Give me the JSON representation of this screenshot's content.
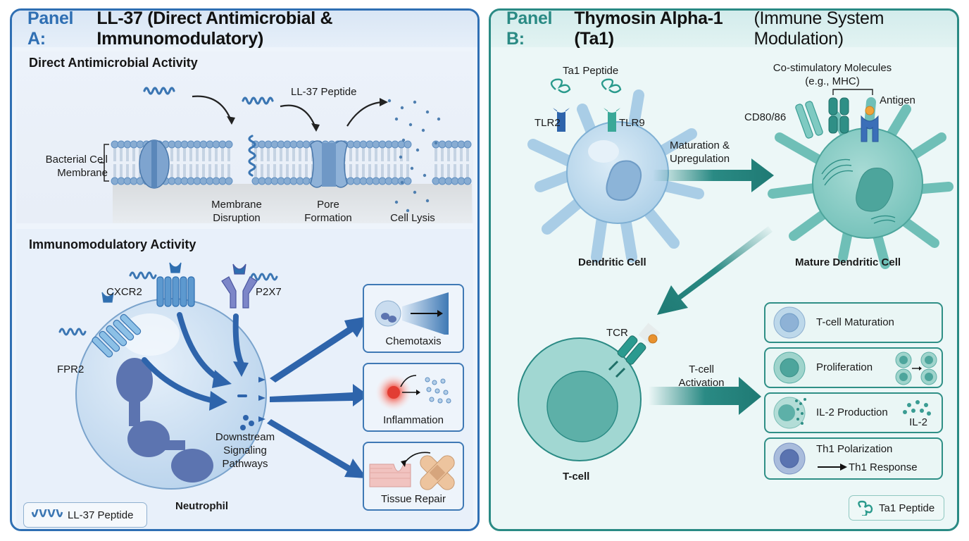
{
  "panel_a": {
    "header_prefix": "Panel A:",
    "header_title": "LL-37 (Direct Antimicrobial & Immunomodulatory)",
    "section_direct": {
      "title": "Direct Antimicrobial Activity",
      "membrane_label_line1": "Bacterial Cell",
      "membrane_label_line2": "Membrane",
      "peptide_label": "LL-37 Peptide",
      "steps": [
        {
          "line1": "Membrane",
          "line2": "Disruption"
        },
        {
          "line1": "Pore",
          "line2": "Formation"
        },
        {
          "line1": "Cell Lysis",
          "line2": ""
        }
      ]
    },
    "section_immuno": {
      "title": "Immunomodulatory Activity",
      "receptors": [
        "FPR2",
        "CXCR2",
        "P2X7"
      ],
      "signaling_line1": "Downstream",
      "signaling_line2": "Signaling",
      "signaling_line3": "Pathways",
      "cell_label": "Neutrophil",
      "outcomes": [
        "Chemotaxis",
        "Inflammation",
        "Tissue Repair"
      ]
    },
    "legend": {
      "icon": "helix-peptide-icon",
      "label": "LL-37 Peptide"
    },
    "colors": {
      "accent": "#2f6fb3",
      "background": "#eef4fb"
    }
  },
  "panel_b": {
    "header_prefix": "Panel B:",
    "header_title_bold": "Thymosin Alpha-1 (Ta1)",
    "header_title_normal": "(Immune System Modulation)",
    "peptide_label": "Ta1 Peptide",
    "receptors": [
      "TLR2",
      "TLR9"
    ],
    "dendritic_cell_label": "Dendritic Cell",
    "maturation_line1": "Maturation &",
    "maturation_line2": "Upregulation",
    "costim_line1": "Co-stimulatory Molecules",
    "costim_line2": "(e.g., MHC)",
    "cd_label": "CD80/86",
    "antigen_label": "Antigen",
    "mature_cell_label": "Mature Dendritic Cell",
    "tcr_label": "TCR",
    "tcell_label": "T-cell",
    "activation_line1": "T-cell",
    "activation_line2": "Activation",
    "cards": [
      {
        "label": "T-cell Maturation"
      },
      {
        "label": "Proliferation"
      },
      {
        "label": "IL-2 Production",
        "sub": "IL-2"
      },
      {
        "label": "Th1 Polarization",
        "sub": "Th1 Response"
      }
    ],
    "legend": {
      "icon": "coiled-peptide-icon",
      "label": "Ta1 Peptide"
    },
    "colors": {
      "accent": "#2a8a84",
      "background": "#ecf7f7"
    }
  }
}
